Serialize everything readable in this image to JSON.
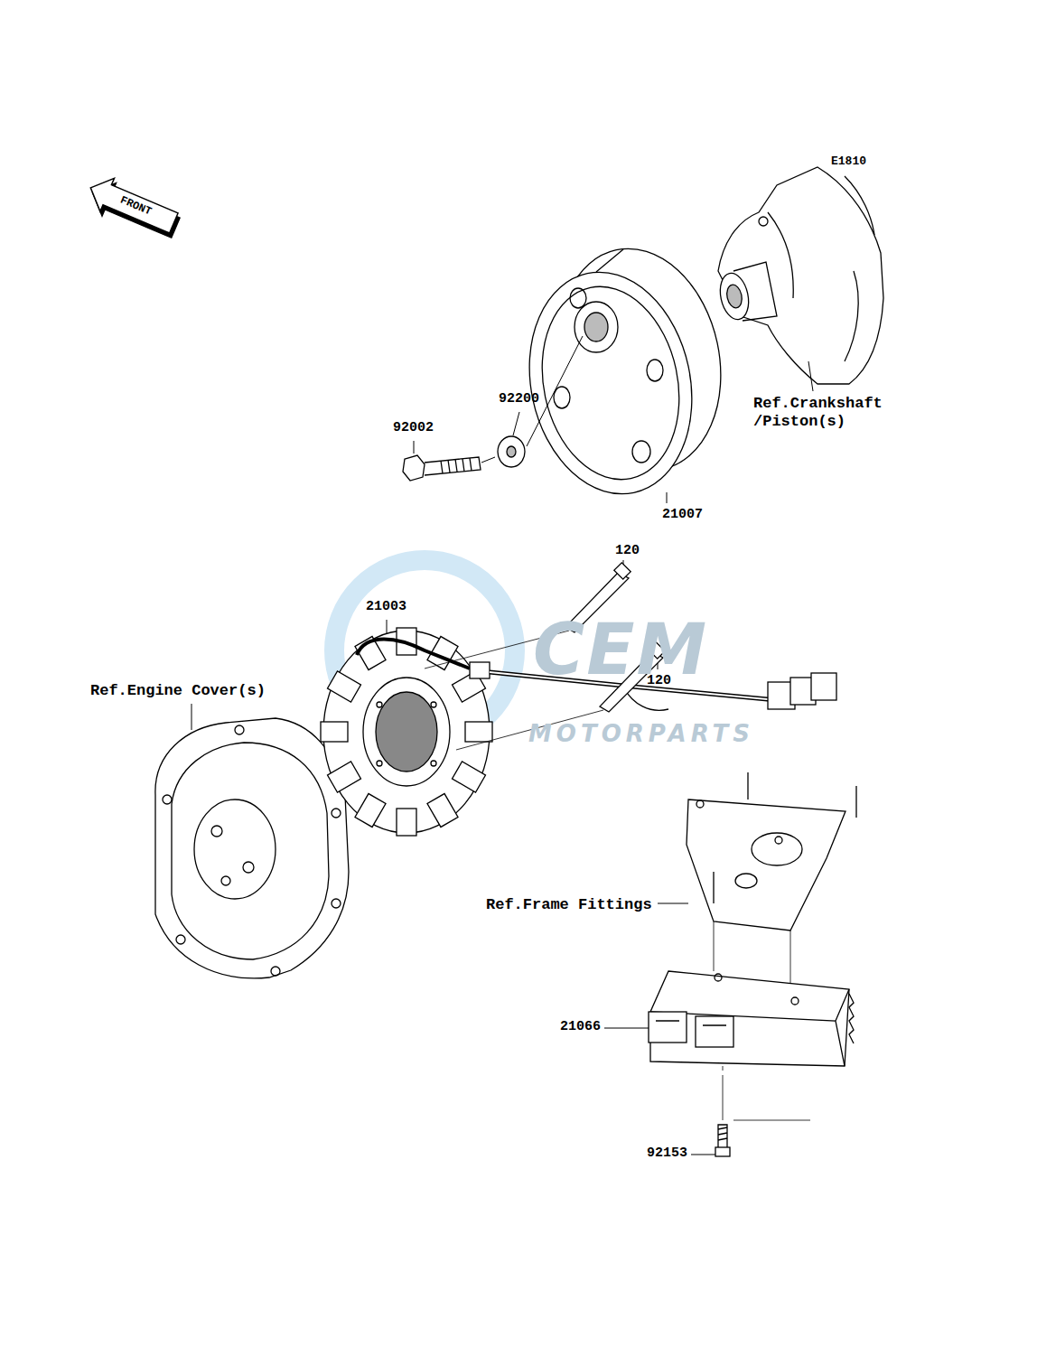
{
  "diagram": {
    "labels": [
      "E1810",
      "FRONT",
      "92200",
      "92002",
      "Ref.Crankshaft /Piston(s)",
      "21007",
      "120",
      "21003",
      "120",
      "Ref.Engine Cover(s)",
      "CEM",
      "MOTORPARTS",
      "Ref.Frame Fittings",
      "21066",
      "92153"
    ]
  }
}
